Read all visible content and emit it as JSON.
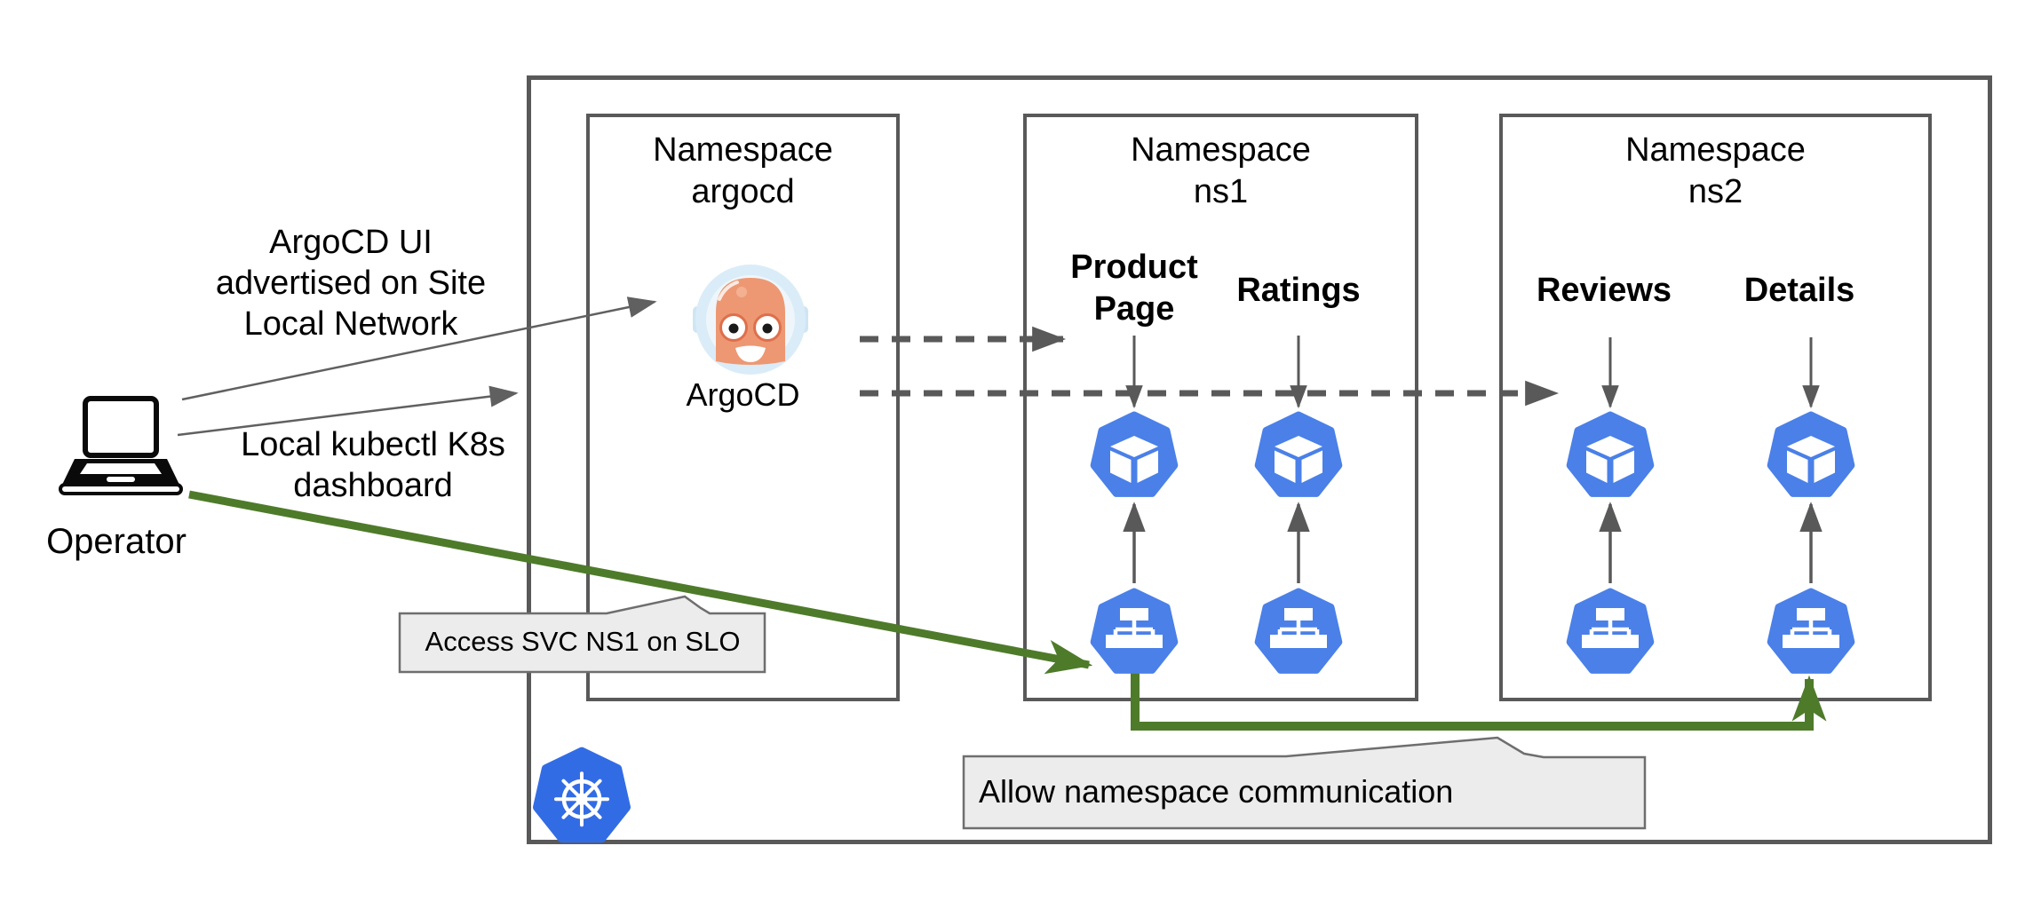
{
  "operator": {
    "label": "Operator"
  },
  "annotations": {
    "argocd_ui": "ArgoCD UI advertised on Site Local Network",
    "kubectl": "Local kubectl K8s dashboard"
  },
  "cluster": {
    "namespaces": {
      "argocd": {
        "heading": "Namespace",
        "name": "argocd",
        "app_label": "ArgoCD"
      },
      "ns1": {
        "heading": "Namespace",
        "name": "ns1",
        "workloads": [
          "Product Page",
          "Ratings"
        ]
      },
      "ns2": {
        "heading": "Namespace",
        "name": "ns2",
        "workloads": [
          "Reviews",
          "Details"
        ]
      }
    }
  },
  "callouts": {
    "access_svc": "Access SVC NS1 on SLO",
    "allow_ns": "Allow namespace communication"
  },
  "icons": {
    "operator": "laptop-icon",
    "platform": "kubernetes-logo-icon",
    "app": "argocd-mascot-icon",
    "workload": "pod-icon",
    "network": "service-icon"
  },
  "colors": {
    "kubernetes_blue": "#326CE5",
    "resource_blue": "#4A80E8",
    "flow_green": "#4E7B2A",
    "border_gray": "#595959",
    "callout_fill": "#ECECEC",
    "text": "#000000"
  }
}
